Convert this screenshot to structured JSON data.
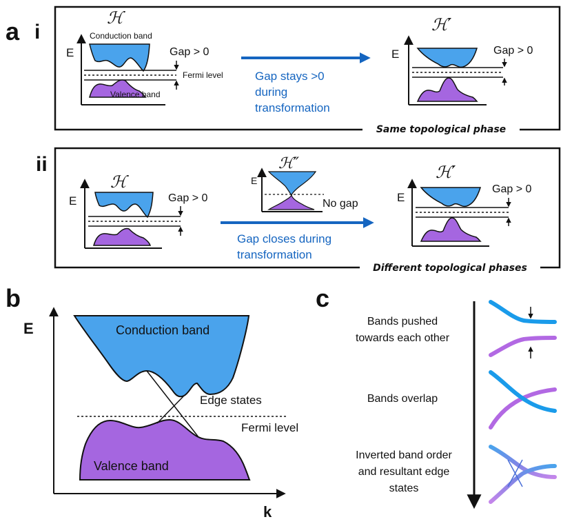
{
  "panels": {
    "a": "a",
    "a_i": "i",
    "a_ii": "ii",
    "b": "b",
    "c": "c"
  },
  "symbols": {
    "H": "ℋ",
    "H_prime": "ℋ′",
    "H_double_prime": "ℋ″",
    "energy": "E",
    "momentum": "k"
  },
  "panel_a_i": {
    "conduction_label": "Conduction band",
    "valence_label": "Valence band",
    "fermi_label": "Fermi level",
    "gap_left": "Gap > 0",
    "gap_right": "Gap > 0",
    "arrow_caption": [
      "Gap stays >0",
      "during",
      "transformation"
    ],
    "banner": "Same topological phase"
  },
  "panel_a_ii": {
    "gap_left": "Gap > 0",
    "gap_right": "Gap > 0",
    "no_gap": "No gap",
    "arrow_caption": [
      "Gap closes during",
      "transformation"
    ],
    "banner": "Different topological phases"
  },
  "panel_b": {
    "conduction_label": "Conduction band",
    "valence_label": "Valence band",
    "edge_label": "Edge states",
    "fermi_label": "Fermi level"
  },
  "panel_c": {
    "step1": [
      "Bands pushed",
      "towards each other"
    ],
    "step2": [
      "Bands overlap"
    ],
    "step3": [
      "Inverted band order",
      "and resultant edge",
      "states"
    ]
  },
  "colors": {
    "conduction": "#4aa3ec",
    "valence": "#a566e0",
    "arrow_blue": "#1565c0",
    "text": "#111111"
  }
}
